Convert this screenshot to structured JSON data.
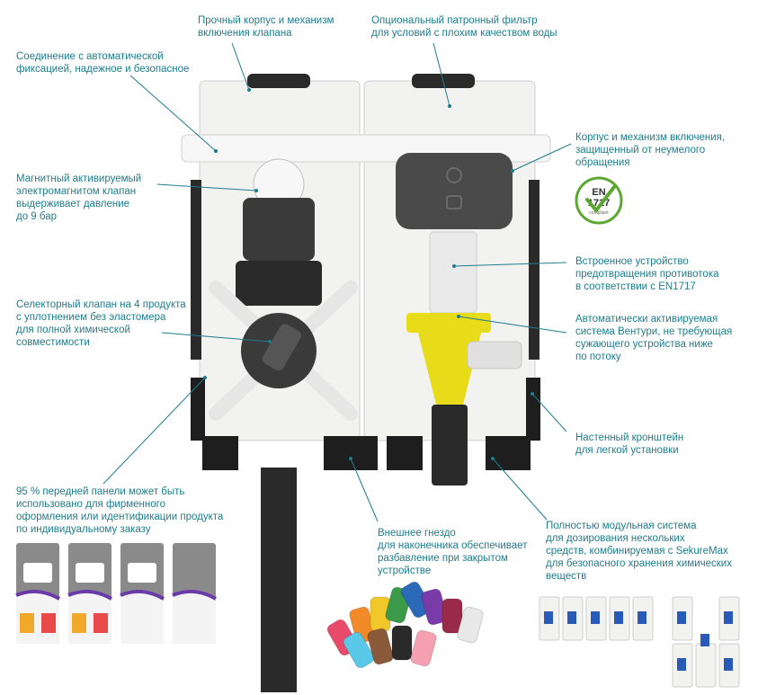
{
  "labels": {
    "top_left": [
      "Прочный корпус и механизм",
      "включения клапана"
    ],
    "top_right": [
      "Опциональный патронный фильтр",
      "для условий с плохим качеством воды"
    ],
    "connection": [
      "Соединение с автоматической",
      "фиксацией, надежное и безопасное"
    ],
    "tamper_proof": [
      "Корпус и механизм включения,",
      "защищенный от неумелого",
      "обращения"
    ],
    "magnetic_valve": [
      "Магнитный активируемый",
      "электромагнитом клапан",
      "выдерживает давление",
      "до 9 бар"
    ],
    "backflow": [
      "Встроенное устройство",
      "предотвращения противотока",
      "в соответствии с EN1717"
    ],
    "selector_valve": [
      "Селекторный клапан на 4 продукта",
      "с уплотнением без эластомера",
      "для полной химической",
      "совместимости"
    ],
    "venturi": [
      "Автоматически активируемая",
      "система Вентури, не требующая",
      "сужающего устройства ниже",
      "по потоку"
    ],
    "wall_bracket": [
      "Настенный кронштейн",
      "для легкой установки"
    ],
    "front_panel": [
      "95 % передней панели может быть",
      "использовано для фирменного",
      "оформления или идентификации продукта",
      "по индивидуальному заказу"
    ],
    "nozzle_socket": [
      "Внешнее гнездо",
      "для наконечника обеспечивает",
      "разбавление при закрытом",
      "устройстве"
    ],
    "modular": [
      "Полностью модульная система",
      "для дозирования нескольких",
      "средств, комбинируемая с SekureMax",
      "для безопасного хранения химических",
      "веществ"
    ]
  },
  "badge": {
    "line1": "EN",
    "line2": "1717",
    "line3": "compliant"
  },
  "colors": {
    "label_text": "#1e7d8c",
    "leader_line": "#1e7d8c",
    "badge_green": "#5aa832",
    "venturi_yellow": "#e8dc1a",
    "body_white": "#f2f2f0",
    "dark_gray": "#3a3a3a"
  },
  "nozzle_colors": [
    "#e84a6a",
    "#f28a2a",
    "#f2c72a",
    "#3a9a4a",
    "#2a6ab8",
    "#7a3aa8",
    "#9a2a4a",
    "#e8e8e8",
    "#5ac8e8",
    "#8a5a3a",
    "#2a2a2a",
    "#f5a0b0"
  ]
}
